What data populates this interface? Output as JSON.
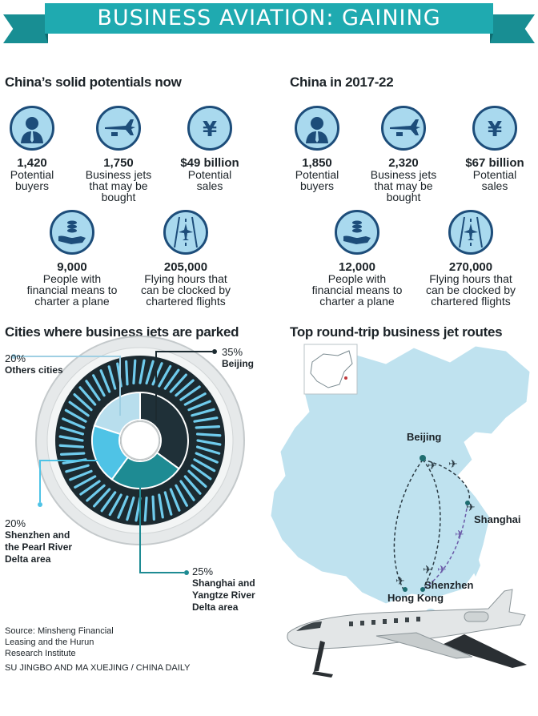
{
  "header": {
    "title": "BUSINESS AVIATION: GAINING ALTITUDE"
  },
  "now": {
    "title": "China’s solid potentials now",
    "stats": [
      {
        "icon": "person-icon",
        "value": "1,420",
        "label_lines": [
          "Potential",
          "buyers"
        ]
      },
      {
        "icon": "airplane-icon",
        "value": "1,750",
        "label_lines": [
          "Business jets",
          "that may be",
          "bought"
        ]
      },
      {
        "icon": "yuan-icon",
        "value": "$49 billion",
        "label_lines": [
          "Potential",
          "sales"
        ]
      },
      {
        "icon": "coins-hand-icon",
        "value": "9,000",
        "label_lines": [
          "People with",
          "financial means to",
          "charter a plane"
        ]
      },
      {
        "icon": "runway-icon",
        "value": "205,000",
        "label_lines": [
          "Flying hours that",
          "can be clocked by",
          "chartered flights"
        ]
      }
    ]
  },
  "future": {
    "title": "China in 2017-22",
    "stats": [
      {
        "icon": "person-icon",
        "value": "1,850",
        "label_lines": [
          "Potential",
          "buyers"
        ]
      },
      {
        "icon": "airplane-icon",
        "value": "2,320",
        "label_lines": [
          "Business jets",
          "that may be",
          "bought"
        ]
      },
      {
        "icon": "yuan-icon",
        "value": "$67 billion",
        "label_lines": [
          "Potential",
          "sales"
        ]
      },
      {
        "icon": "coins-hand-icon",
        "value": "12,000",
        "label_lines": [
          "People with",
          "financial means to",
          "charter a plane"
        ]
      },
      {
        "icon": "runway-icon",
        "value": "270,000",
        "label_lines": [
          "Flying hours that",
          "can be clocked by",
          "chartered flights"
        ]
      }
    ]
  },
  "parking": {
    "title": "Cities where business jets are parked",
    "segments": [
      {
        "pct": "35%",
        "name_lines": [
          "Beijing"
        ],
        "value": 35,
        "color": "#1f3038"
      },
      {
        "pct": "25%",
        "name_lines": [
          "Shanghai and",
          "Yangtze River",
          "Delta area"
        ],
        "value": 25,
        "color": "#1e8b93"
      },
      {
        "pct": "20%",
        "name_lines": [
          "Shenzhen and",
          "the Pearl River",
          "Delta area"
        ],
        "value": 20,
        "color": "#4fc3e6"
      },
      {
        "pct": "20%",
        "name_lines": [
          "Others cities"
        ],
        "value": 20,
        "color": "#b8deed"
      }
    ]
  },
  "routes": {
    "title": "Top round-trip business jet routes",
    "cities": [
      "Beijing",
      "Shanghai",
      "Shenzhen",
      "Hong Kong"
    ]
  },
  "footer": {
    "source_lines": [
      "Source: Minsheng Financial",
      "Leasing and the Hurun",
      "Research Institute"
    ],
    "credit": "SU JINGBO AND MA XUEJING / CHINA DAILY"
  },
  "colors": {
    "banner": "#1faab0",
    "icon_fill": "#a9d9ee",
    "icon_stroke": "#1d4d7a",
    "map": "#bfe2ef",
    "route_dark": "#2b3b44",
    "route_purple": "#6b5aa8"
  }
}
